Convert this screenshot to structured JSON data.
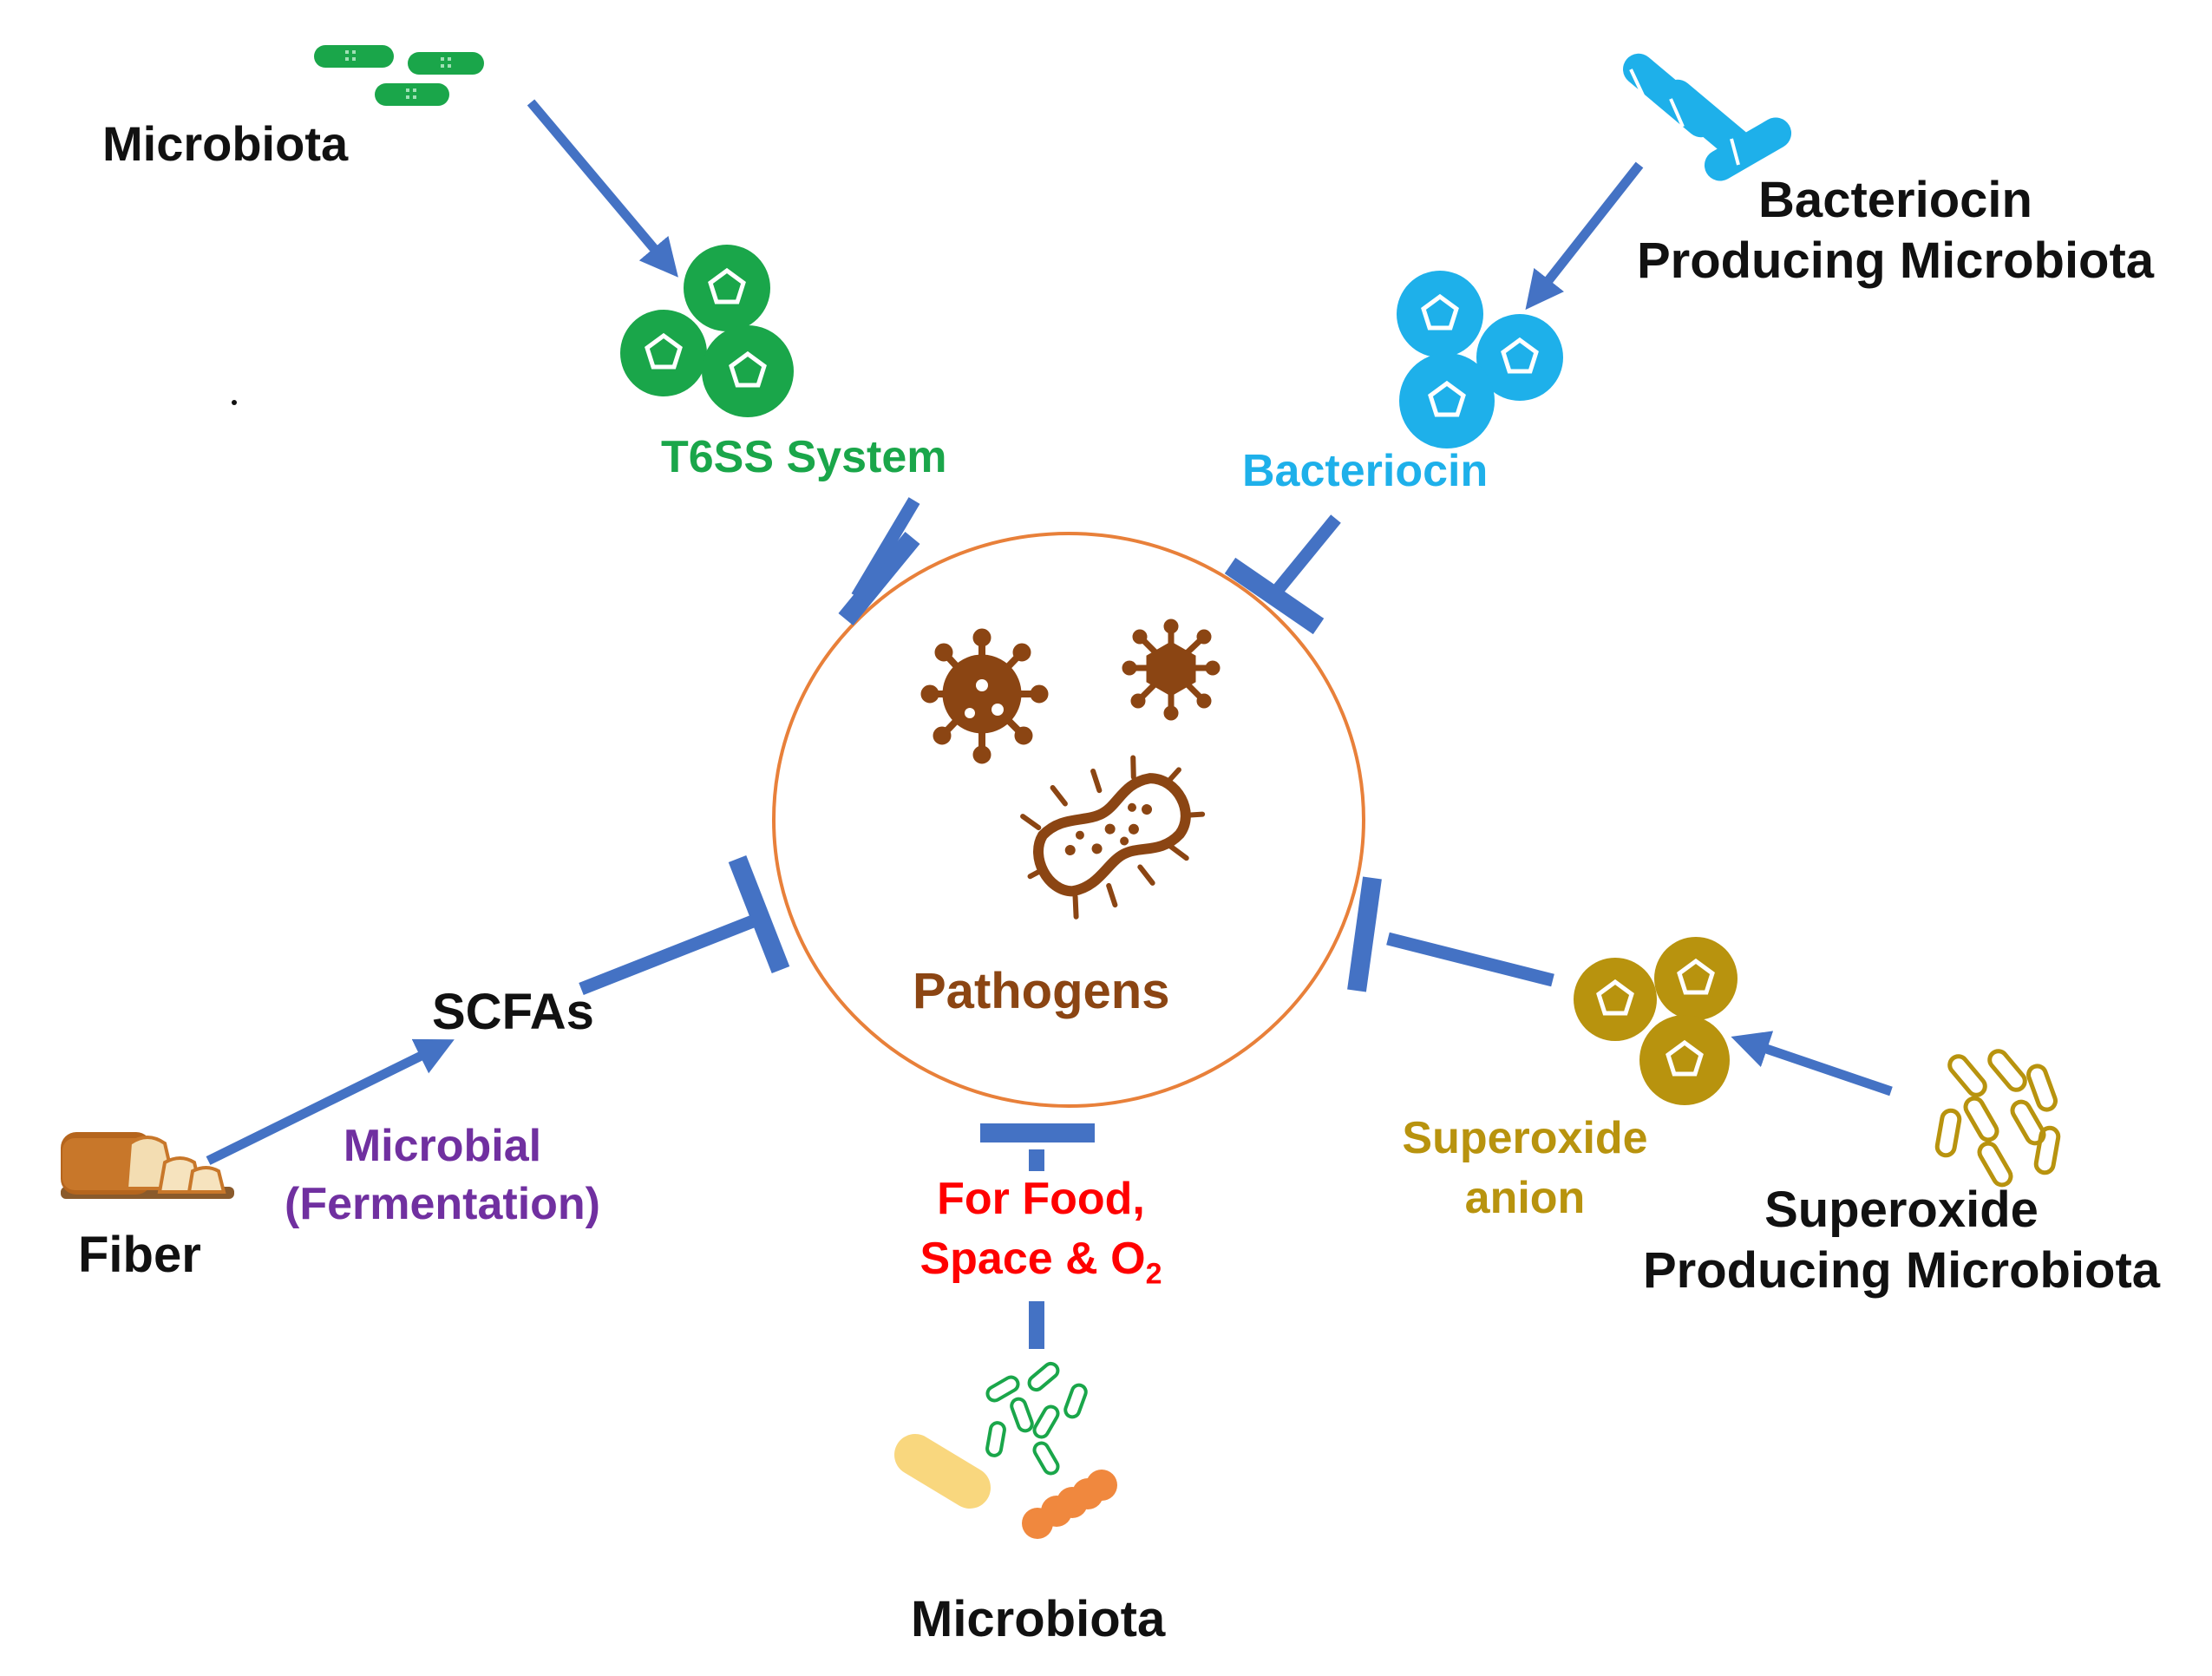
{
  "labels": {
    "microbiota_top": "Microbiota",
    "t6ss": "T6SS System",
    "bacteriocin_producers_line1": "Bacteriocin",
    "bacteriocin_producers_line2": "Producing Microbiota",
    "bacteriocin": "Bacteriocin",
    "pathogens": "Pathogens",
    "scfas": "SCFAs",
    "fermentation_line1": "Microbial",
    "fermentation_line2": "(Fermentation)",
    "fiber": "Fiber",
    "competition_line1": "For Food,",
    "competition_line2_main": "Space & O",
    "competition_line2_sub": "2",
    "microbiota_bottom": "Microbiota",
    "superoxide_line1": "Superoxide",
    "superoxide_line2": "anion",
    "superoxide_producers_line1": "Superoxide",
    "superoxide_producers_line2": "Producing Microbiota"
  },
  "colors": {
    "arrow": "#4472C4",
    "circle": "#E8803A",
    "pathogen": "#8B4513",
    "t6ss_green": "#1AA64A",
    "bacteriocin_blue": "#1EB0EA",
    "superoxide_gold": "#B8930E",
    "fermentation_purple": "#7030A0",
    "competition_red": "#FF0000",
    "text_black": "#111111"
  },
  "icons": [
    "rod-bacteria-green-icon",
    "cocci-cluster-green-icon",
    "rod-bacteria-blue-icon",
    "cocci-cluster-blue-icon",
    "virus-icon",
    "bacterium-icon",
    "bread-icon",
    "cocci-cluster-gold-icon",
    "rod-bacteria-gold-outline-icon",
    "mixed-microbiota-icon"
  ]
}
